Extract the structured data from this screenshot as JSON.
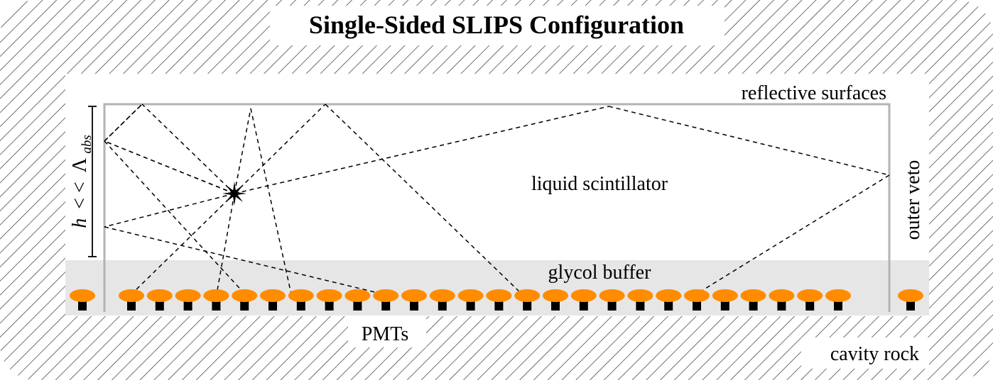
{
  "title": "Single-Sided SLIPS Configuration",
  "labels": {
    "reflective": "reflective surfaces",
    "scintillator": "liquid scintillator",
    "outer_veto": "outer veto",
    "glycol": "glycol buffer",
    "pmts": "PMTs",
    "rock": "cavity rock",
    "height_h": "h",
    "height_lt": "< <",
    "height_lambda": "Λ",
    "height_sub": "abs"
  },
  "colors": {
    "pmt": "#ff8c00",
    "pmt_base": "#000000",
    "glycol": "#e6e6e6",
    "wall": "#b3b3b3",
    "hatch": "#333333",
    "ray": "#000000"
  }
}
